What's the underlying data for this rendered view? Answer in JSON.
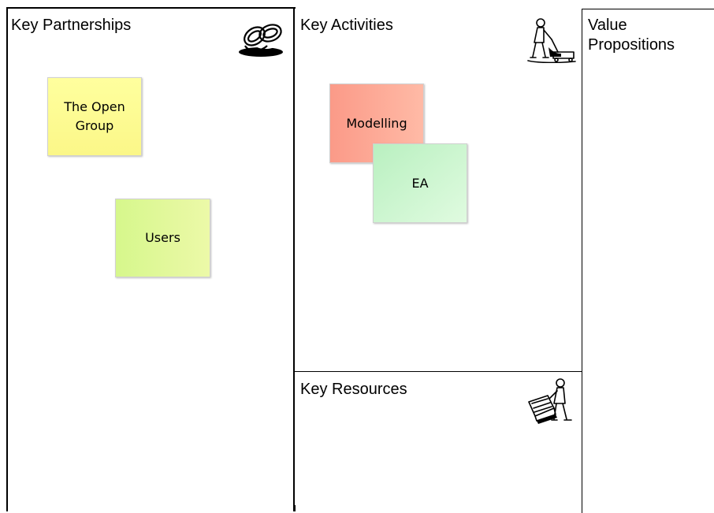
{
  "canvas": {
    "blocks": {
      "partnerships": {
        "title": "Key Partnerships",
        "icon": "linked-rings-icon"
      },
      "activities": {
        "title": "Key Activities",
        "icon": "worker-vacuum-icon"
      },
      "resources": {
        "title": "Key Resources",
        "icon": "worker-machine-icon"
      },
      "value": {
        "title": "Value\nPropositions"
      }
    },
    "notes": {
      "open_group": {
        "text": "The Open\nGroup",
        "color": "#fef995"
      },
      "users": {
        "text": "Users",
        "color": "#dff799"
      },
      "modelling": {
        "text": "Modelling",
        "color": "#fca693"
      },
      "ea": {
        "text": "EA",
        "color": "#c8f4cc"
      }
    }
  }
}
